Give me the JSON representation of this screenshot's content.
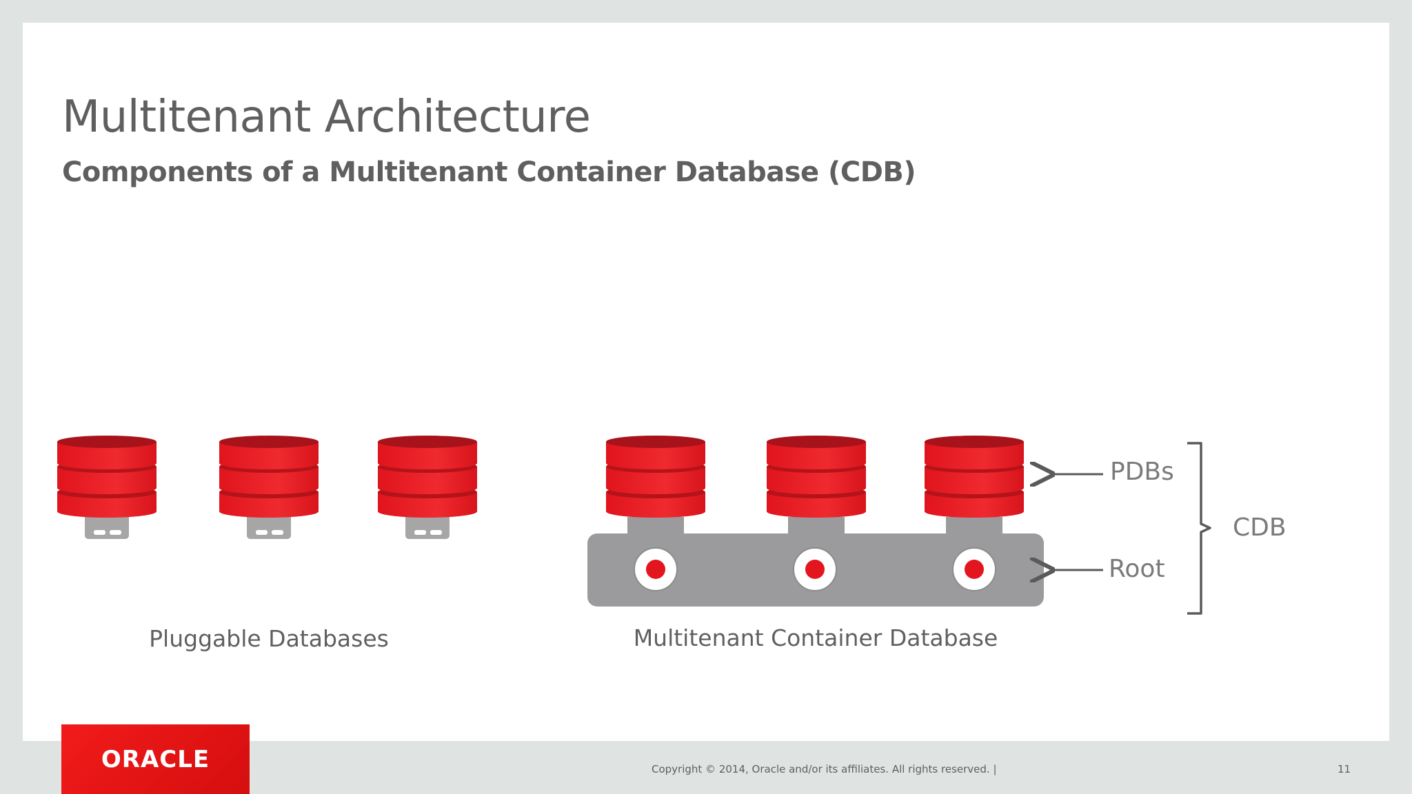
{
  "slide": {
    "title": "Multitenant Architecture",
    "subtitle": "Components of a Multitenant Container Database (CDB)"
  },
  "diagram": {
    "left_group_label": "Pluggable Databases",
    "right_group_label": "Multitenant Container Database",
    "pdbs_label": "PDBs",
    "root_label": "Root",
    "cdb_label": "CDB",
    "pluggable_count": 3,
    "container_pdb_count": 3,
    "colors": {
      "db_red": "#e3151f",
      "db_dark_red": "#b5131a",
      "plug_gray": "#a6a6a6",
      "root_gray": "#9b9a9c",
      "label_gray": "#7a7a7a"
    }
  },
  "footer": {
    "logo_text": "ORACLE",
    "copyright": "Copyright © 2014, Oracle and/or its affiliates. All rights reserved.  |",
    "page_number": "11"
  }
}
